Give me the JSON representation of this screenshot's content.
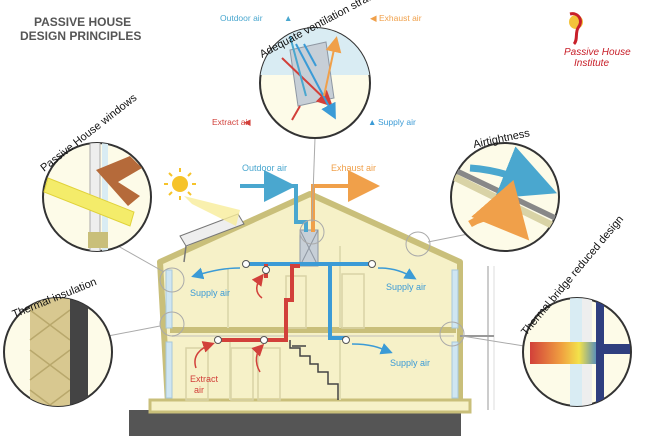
{
  "title_line1": "PASSIVE HOUSE",
  "title_line2": "DESIGN PRINCIPLES",
  "logo": {
    "line1": "Passive House",
    "line2": "Institute"
  },
  "ventilation": {
    "title": "Adequate ventilation strategy",
    "outdoor_air": "Outdoor air",
    "exhaust_air": "Exhaust air",
    "extract_air": "Extract air",
    "supply_air": "Supply air"
  },
  "windows_title": "Passive House windows",
  "airtightness_title": "Airtightness",
  "insulation_title": "Thermal insulation",
  "thermal_bridge_title": "Thermal bridge reduced design",
  "house": {
    "outdoor_air": "Outdoor air",
    "exhaust_air": "Exhaust air",
    "supply_air_upper_left": "Supply air",
    "supply_air_upper_right": "Supply air",
    "supply_air_lower_right": "Supply air",
    "extract_air_line1": "Extract",
    "extract_air_line2": "air"
  },
  "colors": {
    "outdoor": "#4aa7cf",
    "supply": "#3b9bd6",
    "exhaust": "#f0a04a",
    "extract": "#d2403a",
    "title": "#555555",
    "logo_red": "#c8202a",
    "wall": "#f6f1c8",
    "frame": "#c9bf7a"
  }
}
